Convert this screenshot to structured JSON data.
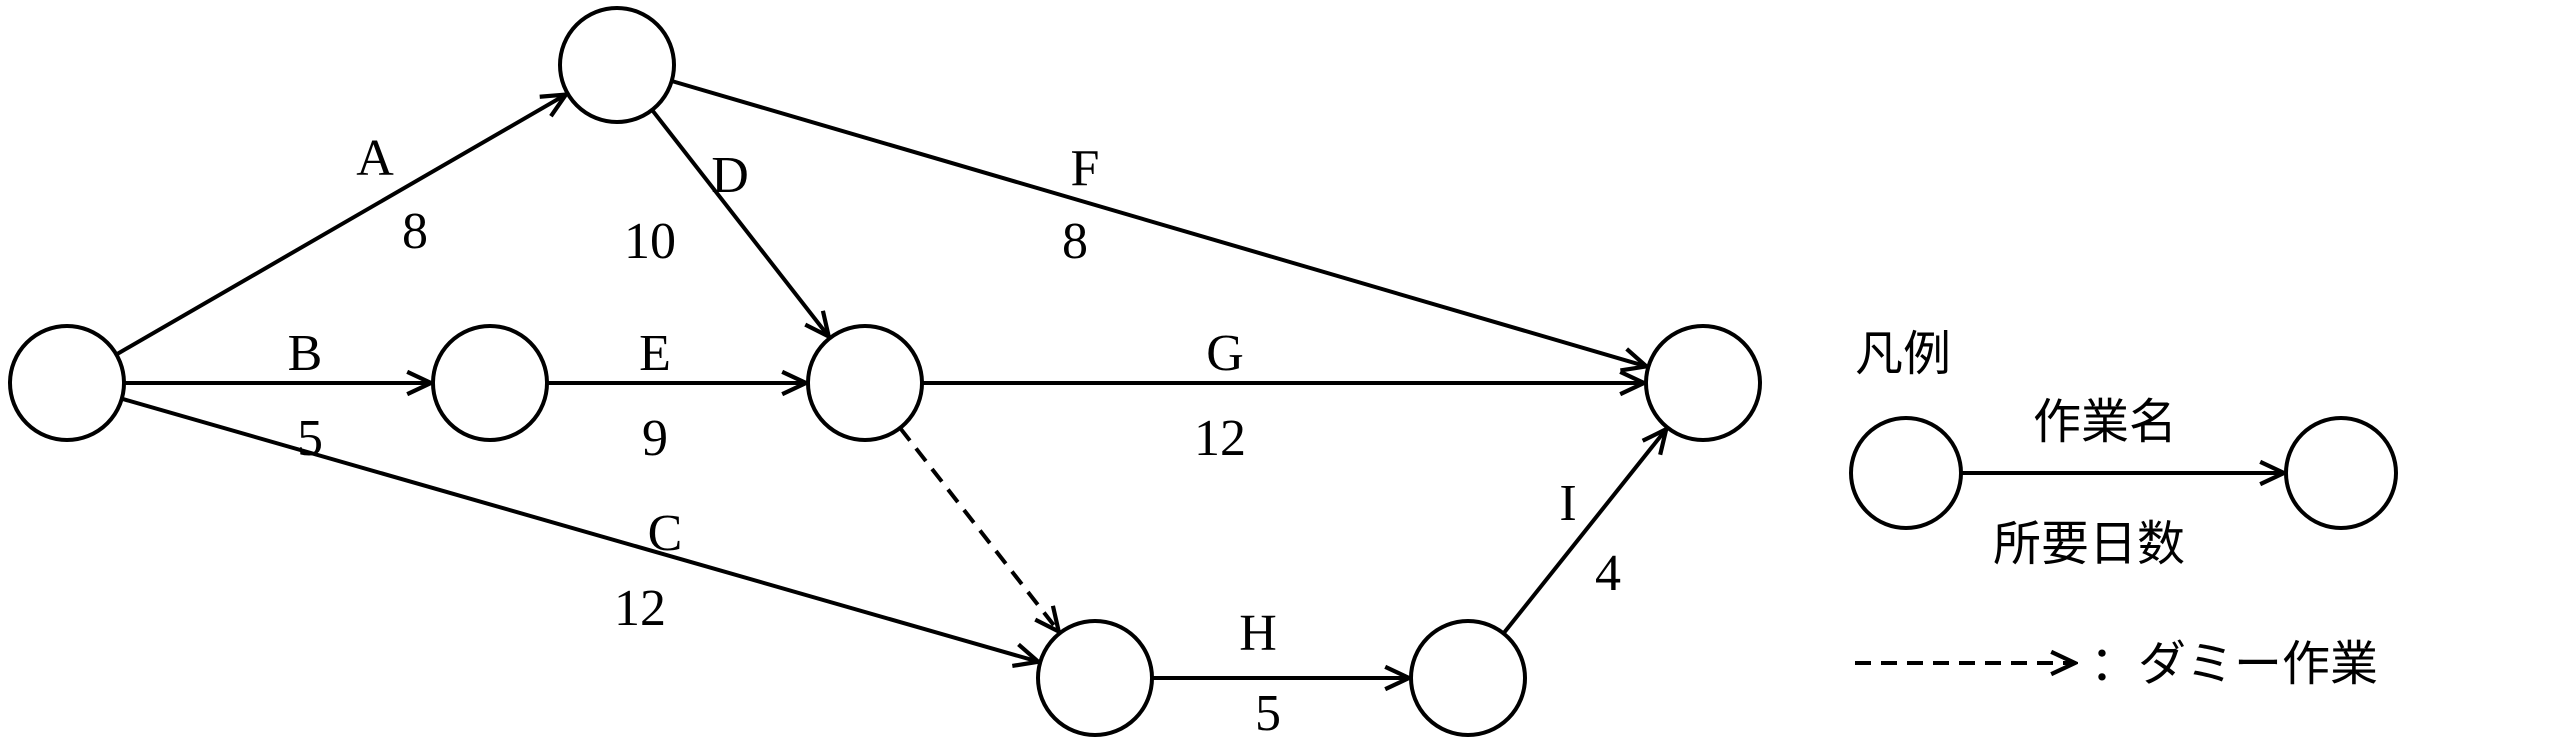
{
  "tasks": [
    {
      "id": "A",
      "name": "A",
      "days": "8",
      "from": "start",
      "to": "n1"
    },
    {
      "id": "B",
      "name": "B",
      "days": "5",
      "from": "start",
      "to": "n2"
    },
    {
      "id": "C",
      "name": "C",
      "days": "12",
      "from": "start",
      "to": "n4"
    },
    {
      "id": "D",
      "name": "D",
      "days": "10",
      "from": "n1",
      "to": "n3"
    },
    {
      "id": "E",
      "name": "E",
      "days": "9",
      "from": "n2",
      "to": "n3"
    },
    {
      "id": "F",
      "name": "F",
      "days": "8",
      "from": "n1",
      "to": "end"
    },
    {
      "id": "G",
      "name": "G",
      "days": "12",
      "from": "n3",
      "to": "end"
    },
    {
      "id": "H",
      "name": "H",
      "days": "5",
      "from": "n4",
      "to": "n5"
    },
    {
      "id": "I",
      "name": "I",
      "days": "4",
      "from": "n5",
      "to": "end"
    }
  ],
  "dummy_tasks": [
    {
      "from": "n3",
      "to": "n4"
    }
  ],
  "legend": {
    "title": "凡例",
    "task_name": "作業名",
    "duration": "所要日数",
    "dummy_label": "：ダミー作業"
  }
}
